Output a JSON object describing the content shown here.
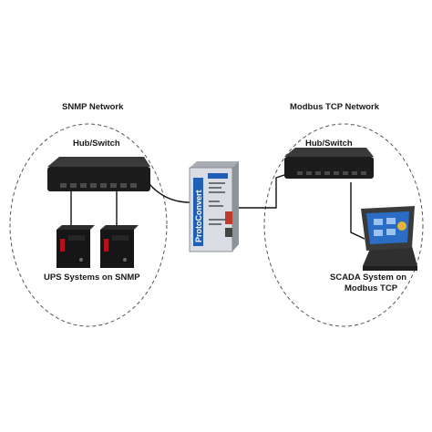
{
  "networks": {
    "left": {
      "title": "SNMP Network",
      "switch_label": "Hub/Switch",
      "devices_label": "UPS Systems on SNMP"
    },
    "right": {
      "title": "Modbus TCP Network",
      "switch_label": "Hub/Switch",
      "device_label_line1": "SCADA System on",
      "device_label_line2": "Modbus TCP"
    }
  },
  "gateway": {
    "brand_text": "ProtoConvert"
  },
  "colors": {
    "ellipse_stroke": "#555555",
    "switch_body": "#1c1c1c",
    "cable": "#111111",
    "ups_body": "#161616",
    "ups_accent": "#b3121b",
    "gateway_body": "#d9dde3",
    "gateway_accent": "#1f5fb8",
    "scada_frame": "#3a3a3a",
    "scada_screen": "#2b6cc4"
  },
  "icons": [
    "hub-switch-icon",
    "ups-icon",
    "gateway-icon",
    "scada-monitor-icon"
  ]
}
